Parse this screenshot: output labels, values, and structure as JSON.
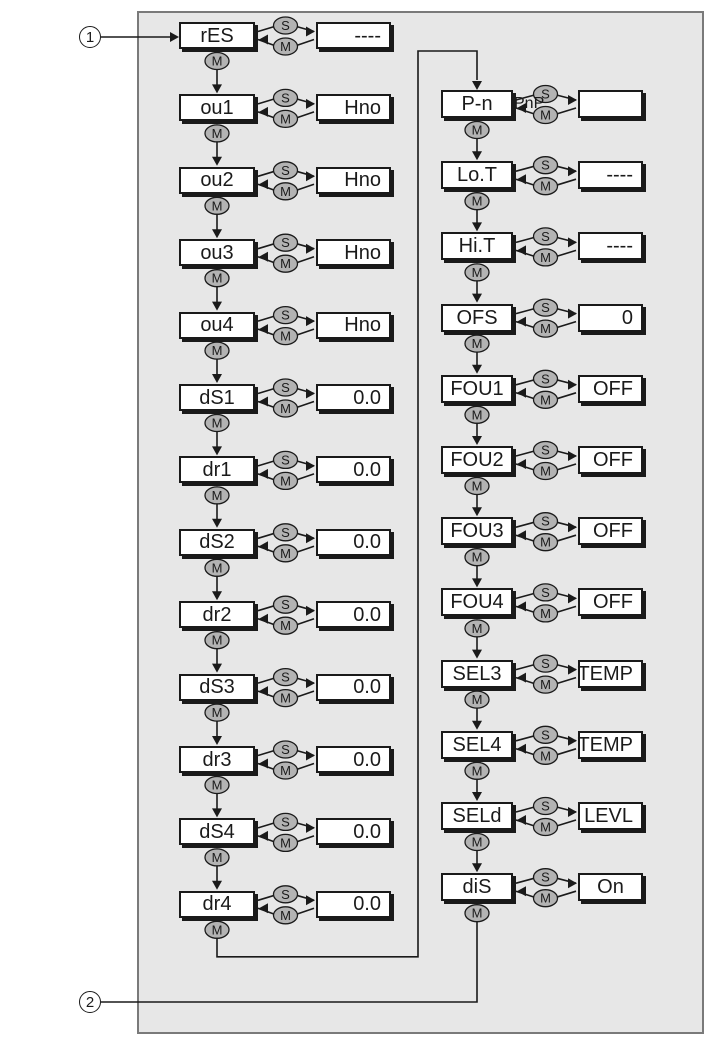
{
  "callouts": {
    "start": "1",
    "end": "2"
  },
  "buttons": {
    "set": "S",
    "mode": "M"
  },
  "left_column": [
    {
      "param": "rES",
      "value": "----"
    },
    {
      "param": "ou1",
      "value": "Hno"
    },
    {
      "param": "ou2",
      "value": "Hno"
    },
    {
      "param": "ou3",
      "value": "Hno"
    },
    {
      "param": "ou4",
      "value": "Hno"
    },
    {
      "param": "dS1",
      "value": "0.0"
    },
    {
      "param": "dr1",
      "value": "0.0"
    },
    {
      "param": "dS2",
      "value": "0.0"
    },
    {
      "param": "dr2",
      "value": "0.0"
    },
    {
      "param": "dS3",
      "value": "0.0"
    },
    {
      "param": "dr3",
      "value": "0.0"
    },
    {
      "param": "dS4",
      "value": "0.0"
    },
    {
      "param": "dr4",
      "value": "0.0"
    }
  ],
  "right_column": [
    {
      "param": "P-n",
      "value": "",
      "stray": "PnP"
    },
    {
      "param": "Lo.T",
      "value": "----"
    },
    {
      "param": "Hi.T",
      "value": "----"
    },
    {
      "param": "OFS",
      "value": "0"
    },
    {
      "param": "FOU1",
      "value": "OFF"
    },
    {
      "param": "FOU2",
      "value": "OFF"
    },
    {
      "param": "FOU3",
      "value": "OFF"
    },
    {
      "param": "FOU4",
      "value": "OFF"
    },
    {
      "param": "SEL3",
      "value": "TEMP"
    },
    {
      "param": "SEL4",
      "value": "TEMP"
    },
    {
      "param": "SELd",
      "value": "LEVL"
    },
    {
      "param": "diS",
      "value": "On"
    }
  ],
  "colors": {
    "panel": "#e7e7e7",
    "ellipse": "#b3b3b3",
    "ink": "#1a1a1a"
  }
}
